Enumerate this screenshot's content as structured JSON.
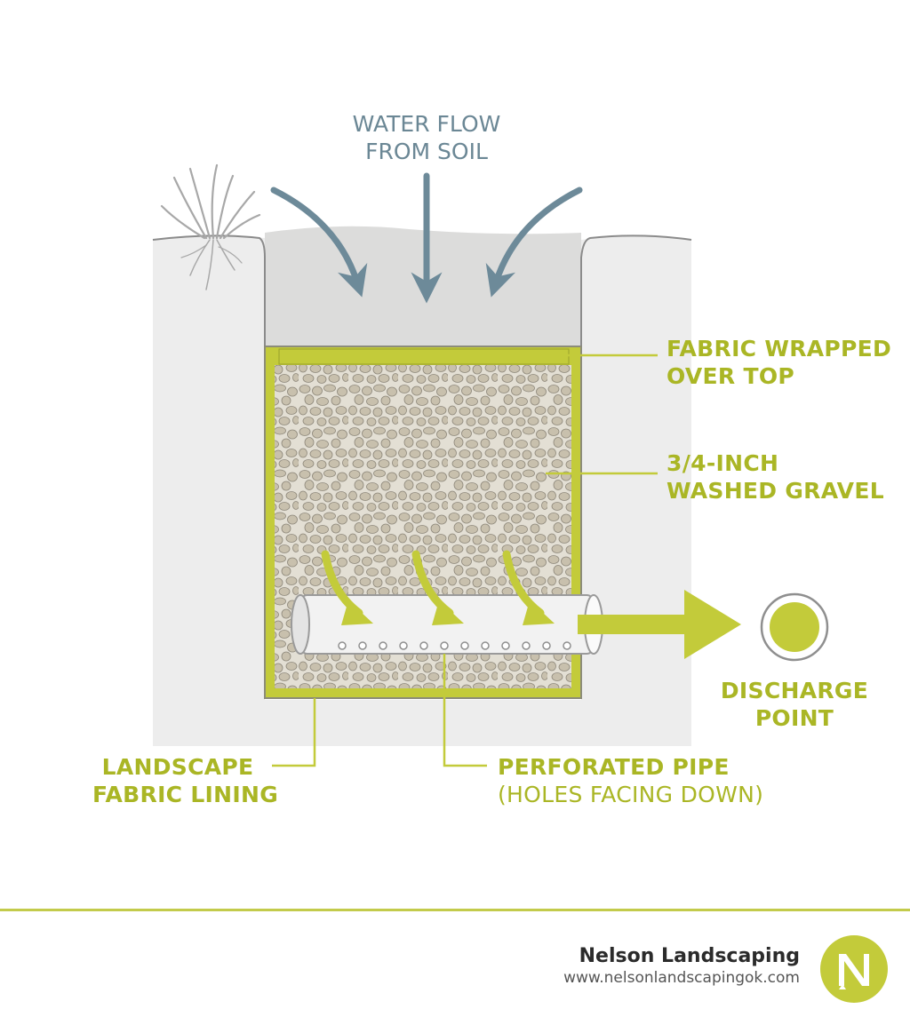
{
  "labels": {
    "water_flow": [
      "WATER FLOW",
      "FROM SOIL"
    ],
    "fabric_top": [
      "FABRIC WRAPPED",
      "OVER TOP"
    ],
    "gravel": [
      "3/4-INCH",
      "WASHED GRAVEL"
    ],
    "discharge": [
      "DISCHARGE",
      "POINT"
    ],
    "fabric_lining": [
      "LANDSCAPE",
      "FABRIC LINING"
    ],
    "pipe": [
      "PERFORATED PIPE",
      "(HOLES FACING DOWN)"
    ]
  },
  "brand": {
    "name": "Nelson Landscaping",
    "url": "www.nelsonlandscapingok.com",
    "logo_letter": "N"
  },
  "colors": {
    "accent": "#c3cb3a",
    "label": "#aab625",
    "water_arrow": "#6d8a99",
    "soil": "#ededed",
    "gravel": "#c9c2b0"
  },
  "icons": [
    "grass-icon",
    "water-arrow-icon",
    "flow-arrow-icon",
    "discharge-point-icon",
    "nelson-logo-icon"
  ]
}
